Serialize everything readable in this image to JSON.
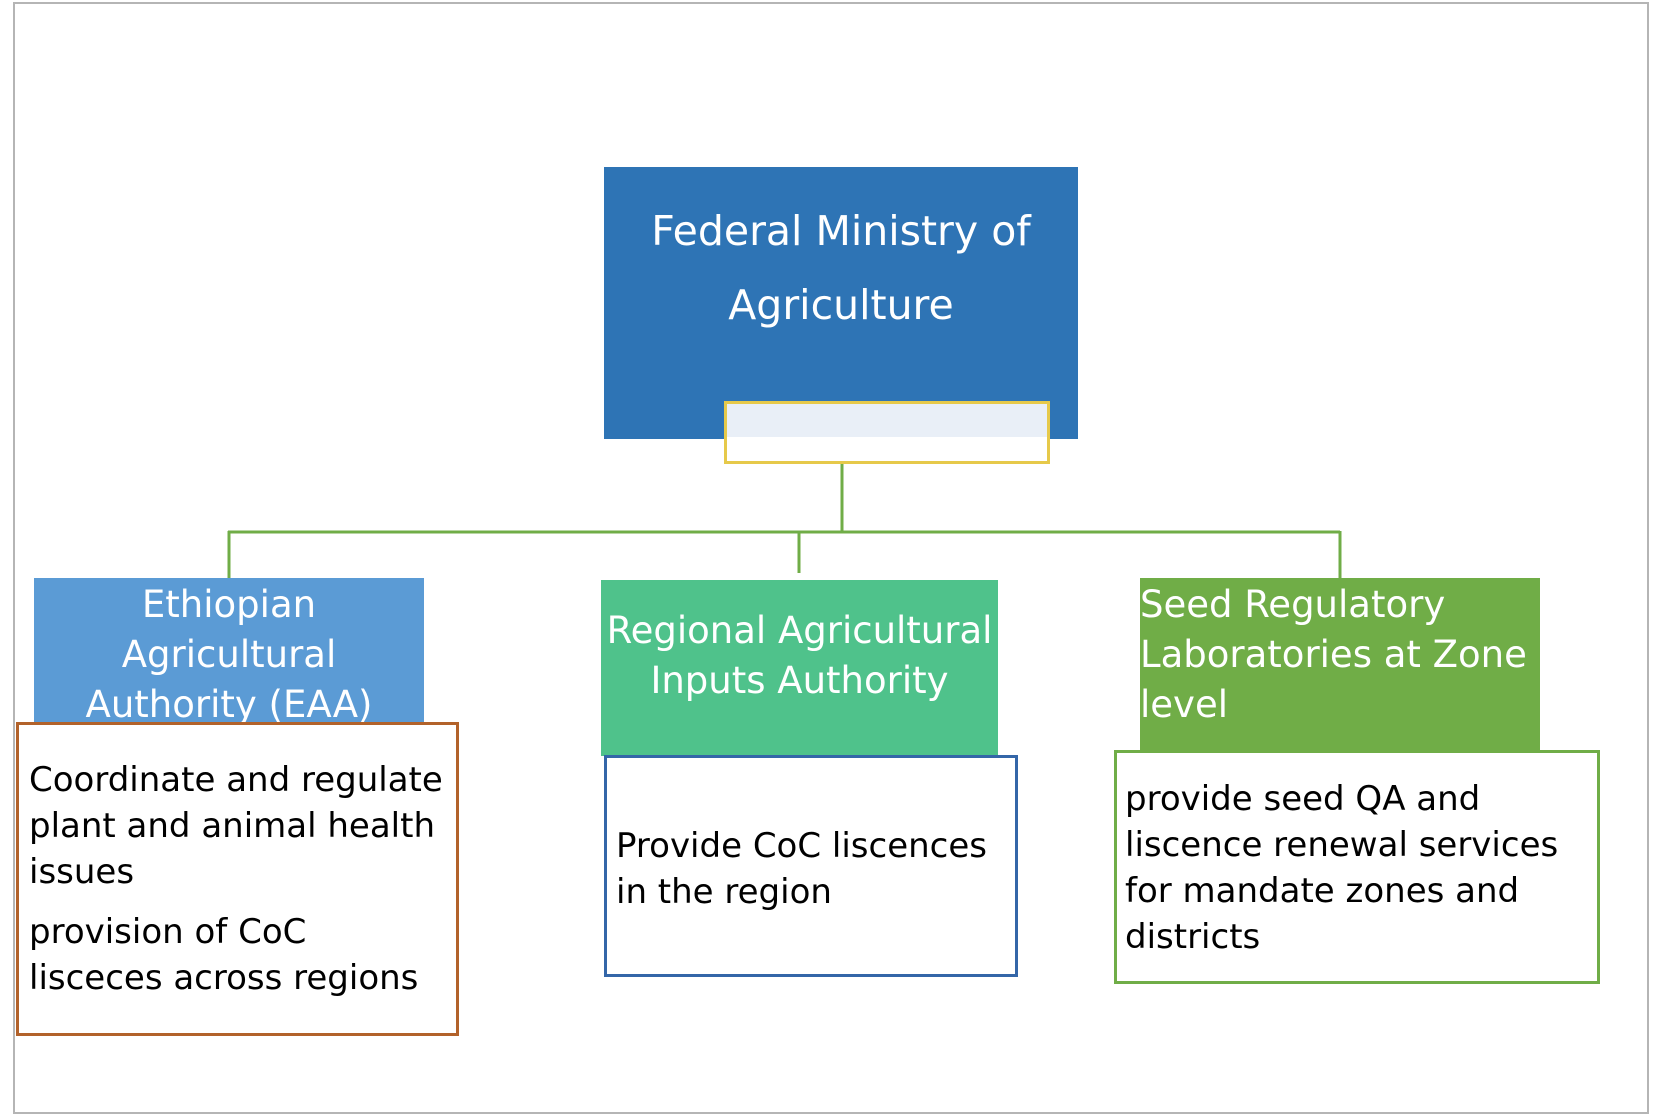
{
  "diagram": {
    "top": {
      "label": "Federal Ministry of Agriculture"
    },
    "nodes": [
      {
        "title": "Ethiopian Agricultural Authority (EAA)",
        "descriptions": [
          "Coordinate and regulate plant and animal health issues",
          "provision of CoC lisceces across regions"
        ]
      },
      {
        "title": "Regional Agricultural Inputs Authority",
        "descriptions": [
          "Provide CoC liscences in the region"
        ]
      },
      {
        "title": "Seed Regulatory Laboratories at Zone level",
        "descriptions": [
          "provide seed QA and liscence renewal services for mandate zones and districts"
        ]
      }
    ],
    "colors": {
      "top_box": "#2e74b5",
      "eaa_box": "#5b9bd5",
      "rai_box": "#4fc28b",
      "srl_box": "#70ad47",
      "connector_line": "#70ad47",
      "eaa_desc_border": "#b2622a",
      "rai_desc_border": "#3466a8",
      "srl_desc_border": "#70ad47",
      "highlight_border": "#e6c94a"
    }
  }
}
